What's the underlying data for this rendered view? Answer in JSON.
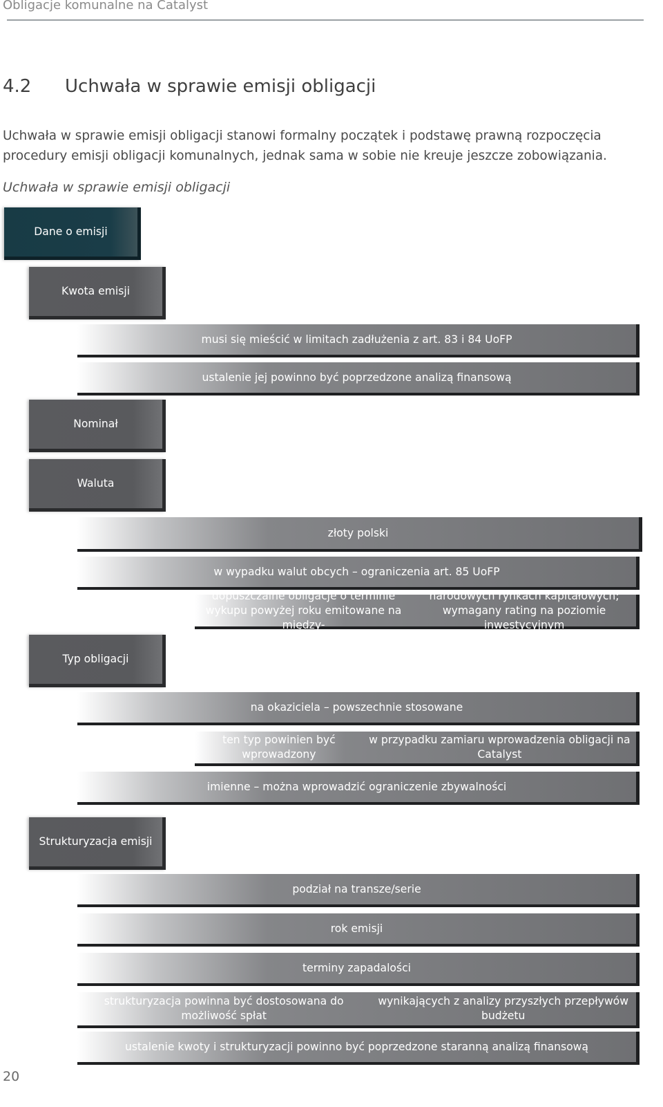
{
  "running_header": "Obligacje komunalne na Catalyst",
  "section": {
    "number": "4.2",
    "title": "Uchwała w sprawie emisji obligacji"
  },
  "intro_text": "Uchwała w sprawie emisji obligacji stanowi formalny początek i podstawę prawną rozpoczęcia procedury emisji obligacji komunalnych, jednak sama w sobie nie kreuje jeszcze zobowiązania.",
  "diagram_title": "Uchwała w sprawie emisji obligacji",
  "diagram": {
    "root": "Dane o emisji",
    "kwota": {
      "label": "Kwota emisji",
      "items": [
        "musi się mieścić w limitach zadłużenia z art. 83 i 84 UoFP",
        "ustalenie jej powinno być poprzedzone analizą finansową"
      ]
    },
    "nominal": {
      "label": "Nominał"
    },
    "waluta": {
      "label": "Waluta",
      "items": [
        "złoty polski",
        "w wypadku walut obcych – ograniczenia art. 85 UoFP"
      ],
      "subitem_lines": [
        "dopuszczalne obligacje o terminie wykupu powyżej roku emitowane na między-",
        "narodowych rynkach kapitałowych; wymagany rating na poziomie inwestycyjnym"
      ]
    },
    "typ": {
      "label": "Typ obligacji",
      "item1": "na okaziciela – powszechnie stosowane",
      "subitem_lines": [
        "ten typ powinien być wprowadzony",
        "w przypadku zamiaru wprowadzenia obligacji  na Catalyst"
      ],
      "item2": "imienne – można wprowadzić ograniczenie zbywalności"
    },
    "struktura": {
      "label": "Strukturyzacja emisji",
      "items": [
        "podział na transze/serie",
        "rok emisji",
        "terminy zapadalości"
      ],
      "item4_lines": [
        "strukturyzacja powinna być dostosowana do możliwość spłat",
        "wynikających z analizy przyszłych przepływów budżetu"
      ],
      "item5": "ustalenie kwoty i strukturyzacji powinno być poprzedzone staranną analizą finansową"
    }
  },
  "page_number": "20"
}
